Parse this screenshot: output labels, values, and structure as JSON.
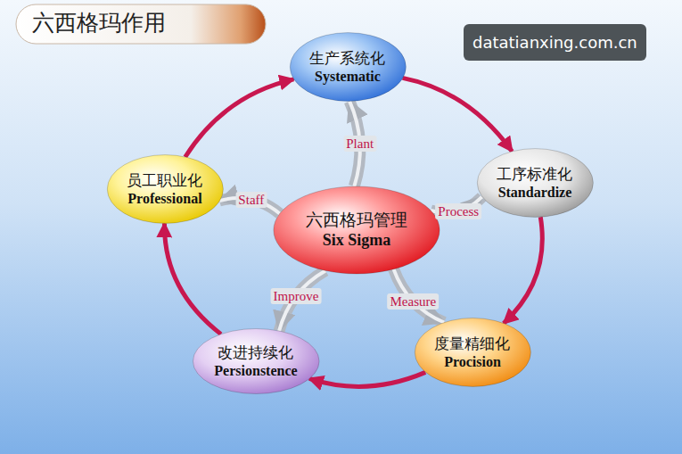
{
  "diagram": {
    "title": "六西格玛作用",
    "nodes": [
      {
        "text": [
          "生产系统化",
          "Systematic"
        ]
      },
      {
        "text": [
          "员工职业化",
          "Professional"
        ]
      },
      {
        "text": [
          "六西格玛管理",
          "Six Sigma"
        ]
      },
      {
        "text": [
          "工序标准化",
          "Standardize"
        ]
      },
      {
        "text": [
          "改进持续化",
          "Persionstence"
        ]
      },
      {
        "text": [
          "度量精细化",
          "Procision"
        ]
      }
    ],
    "edges": [
      {
        "from": 0,
        "to": 3,
        "arrow": "to"
      },
      {
        "from": 3,
        "to": 5,
        "arrow": "to"
      },
      {
        "from": 5,
        "to": 4,
        "arrow": "to"
      },
      {
        "from": 4,
        "to": 1,
        "arrow": "to"
      },
      {
        "from": 1,
        "to": 0,
        "arrow": "to"
      },
      {
        "from": 2,
        "to": 0,
        "label": "Plant",
        "arrow": "to"
      },
      {
        "from": 2,
        "to": 3,
        "label": "Process",
        "arrow": "to"
      },
      {
        "from": 2,
        "to": 5,
        "label": "Measure",
        "arrow": "to"
      },
      {
        "from": 2,
        "to": 4,
        "label": "Improve",
        "arrow": "to"
      },
      {
        "from": 2,
        "to": 1,
        "label": "Staff",
        "arrow": "to"
      }
    ],
    "labels": [
      "datatianxing.com.cn"
    ]
  }
}
